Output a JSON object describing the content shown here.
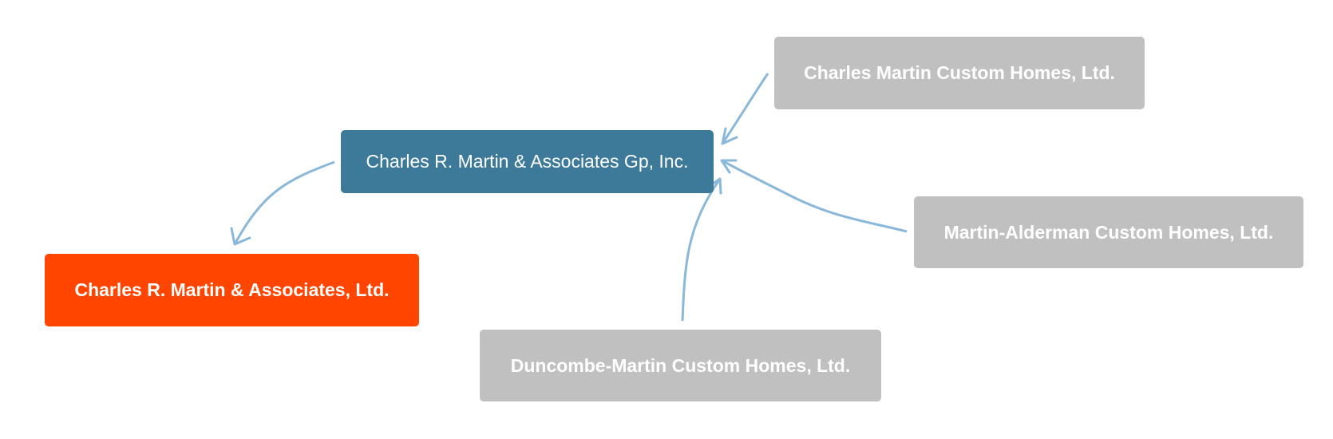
{
  "colors": {
    "edge": "#8ab8da",
    "center": "#3d7a99",
    "target": "#ff4500",
    "source": "#c0c0c0",
    "text": "#ffffff"
  },
  "nodes": {
    "center": {
      "label": "Charles R. Martin & Associates Gp, Inc."
    },
    "target": {
      "label": "Charles R. Martin & Associates, Ltd."
    },
    "top": {
      "label": "Charles Martin Custom Homes, Ltd."
    },
    "right": {
      "label": "Martin-Alderman Custom Homes, Ltd."
    },
    "bottom": {
      "label": "Duncombe-Martin Custom Homes, Ltd."
    }
  },
  "edges": [
    {
      "from": "center",
      "to": "target"
    },
    {
      "from": "top",
      "to": "center"
    },
    {
      "from": "right",
      "to": "center"
    },
    {
      "from": "bottom",
      "to": "center"
    }
  ]
}
